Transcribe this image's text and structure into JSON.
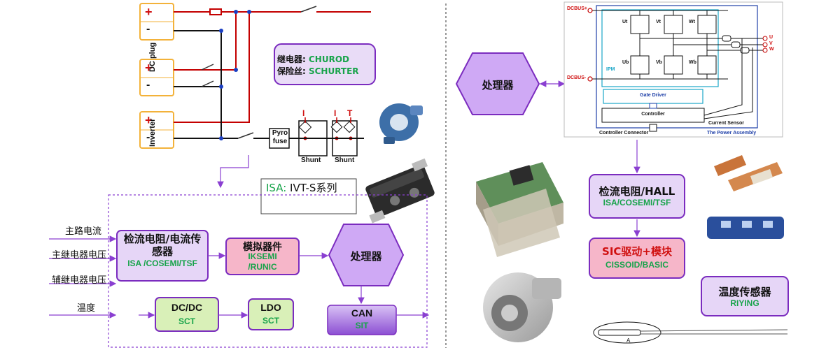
{
  "left_panel": {
    "relay_fuse_box": {
      "line1_label": "继电器: ",
      "line1_value": "CHUROD",
      "line2_label": "保险丝: ",
      "line2_value": "SCHURTER"
    },
    "battery_plus": "+",
    "battery_minus": "-",
    "dc_plug_label": "DC plug",
    "inverter_label": "Inverter",
    "pyro_fuse_label": "Pyro fuse",
    "shunt1_label": "Shunt",
    "shunt2_label": "Shunt",
    "shunt_i_label": "I",
    "shunt_t_label": "T",
    "isa_label": "ISA: ",
    "isa_value": "IVT-S系列",
    "inputs": [
      "主路电流",
      "主继电器电压",
      "辅继电器电压",
      "温度"
    ],
    "current_sensor_box": {
      "title": "检流电阻/电流传感器",
      "subtitle": "ISA /COSEMI/TSF"
    },
    "analog_box": {
      "title": "模拟器件",
      "subtitle": "IKSEMI /RUNIC"
    },
    "processor": "处理器",
    "dcdc_box": {
      "title": "DC/DC",
      "subtitle": "SCT"
    },
    "ldo_box": {
      "title": "LDO",
      "subtitle": "SCT"
    },
    "can_box": {
      "title": "CAN",
      "subtitle": "SIT"
    }
  },
  "right_panel": {
    "processor": "处理器",
    "schematic": {
      "dcbus_plus": "DCBUS+",
      "dcbus_minus": "DCBUS-",
      "switches": [
        "Ut",
        "Vt",
        "Wt",
        "Ub",
        "Vb",
        "Wb"
      ],
      "ipm": "IPM",
      "gate_driver": "Gate Driver",
      "controller": "Controller",
      "current_sensor": "Current Sensor",
      "controller_connector": "Controller Connector",
      "power_assembly": "The Power Assembly",
      "phases": [
        "U",
        "V",
        "W"
      ]
    },
    "current_box": {
      "title": "检流电阻/HALL",
      "subtitle": "ISA/COSEMI/TSF"
    },
    "sic_box": {
      "title": "SIC驱动+模块",
      "subtitle": "CISSOID/BASIC"
    },
    "temp_box": {
      "title": "温度传感器",
      "subtitle": "RIYING"
    },
    "sensor_probe_label": "A"
  },
  "colors": {
    "purple_border": "#7b2cbf",
    "hexagon_fill": "#cfa9f5",
    "lavender_fill": "#e6d6f7",
    "pink_fill": "#f6b6c9",
    "green_fill": "#d9f0b8",
    "accent_green": "#17a34a",
    "accent_red": "#d01010",
    "schematic_blue": "#1e3fa8",
    "schematic_cyan": "#1aa6c8"
  }
}
